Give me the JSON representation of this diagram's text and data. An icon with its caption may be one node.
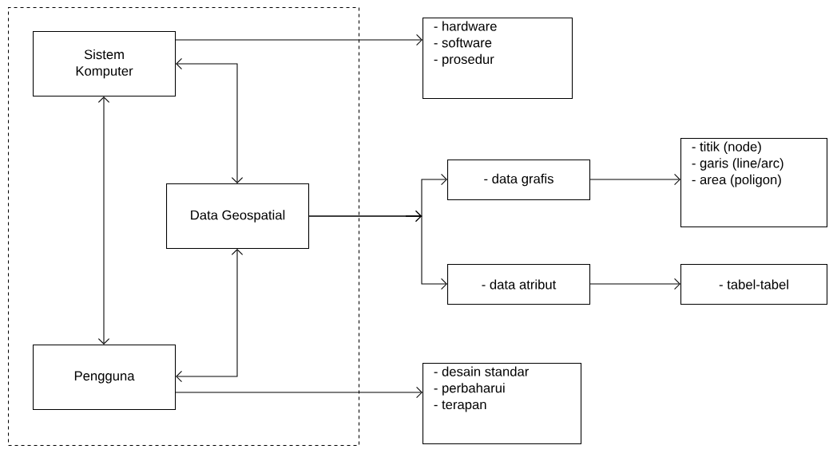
{
  "diagram": {
    "nodes": [
      {
        "text": [],
        "shape": "box"
      },
      {
        "text": [
          "Sistem Komputer"
        ],
        "in": 0
      },
      {
        "text": [
          "Data Geospatial"
        ],
        "in": 0
      },
      {
        "text": [
          "Pengguna"
        ],
        "in": 0
      },
      {
        "text": [
          "- hardware",
          "- software",
          "- prosedur"
        ]
      },
      {
        "text": [
          "- data grafis"
        ]
      },
      {
        "text": [
          "- titik (node)",
          "- garis (line/arc)",
          "- area (poligon)"
        ]
      },
      {
        "text": [
          "- data atribut"
        ]
      },
      {
        "text": [
          "- tabel-tabel"
        ]
      },
      {
        "text": [
          "- desain standar",
          "- perbaharui",
          "- terapan"
        ]
      }
    ],
    "edges": [
      {
        "from": 1,
        "to": 4,
        "arrow": "to"
      },
      {
        "from": 1,
        "to": 2,
        "arrow": "both"
      },
      {
        "from": 1,
        "to": 3,
        "arrow": "both"
      },
      {
        "from": 2,
        "to": 3,
        "arrow": "both"
      },
      {
        "from": 2,
        "to": 5,
        "arrow": "to"
      },
      {
        "from": 2,
        "to": 7,
        "arrow": "to"
      },
      {
        "from": 5,
        "to": 6,
        "arrow": "to"
      },
      {
        "from": 7,
        "to": 8,
        "arrow": "to"
      },
      {
        "from": 3,
        "to": 9,
        "arrow": "to"
      }
    ]
  }
}
